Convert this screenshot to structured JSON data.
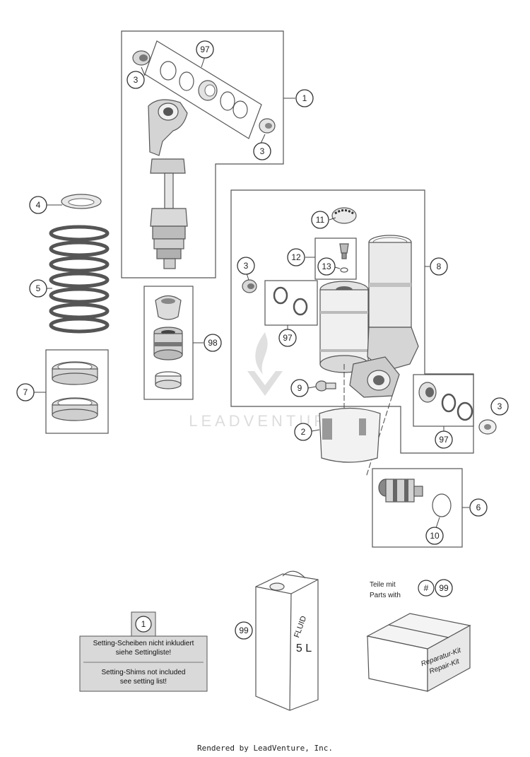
{
  "callouts": {
    "c1_top": "1",
    "c3_a": "3",
    "c3_b": "3",
    "c97_a": "97",
    "c4": "4",
    "c5": "5",
    "c7": "7",
    "c98": "98",
    "c11": "11",
    "c12": "12",
    "c13": "13",
    "c3_c": "3",
    "c97_b": "97",
    "c8": "8",
    "c9": "9",
    "c2": "2",
    "c97_c": "97",
    "c3_d": "3",
    "c6": "6",
    "c10": "10",
    "c1_note": "1",
    "c99_can": "99",
    "c99_kit": "99"
  },
  "note": {
    "de_line1": "Setting-Scheiben nicht inkludiert",
    "de_line2": "siehe Settingliste!",
    "en_line1": "Setting-Shims not included",
    "en_line2": "see setting list!"
  },
  "can": {
    "fluid": "FLUID",
    "volume": "5 L"
  },
  "kit": {
    "teile_mit": "Teile mit",
    "parts_with": "Parts with",
    "hash": "#",
    "box_line1": "Reparatur-Kit",
    "box_line2": "Repair-Kit"
  },
  "watermark": "LEADVENTURE",
  "footer": "Rendered by LeadVenture, Inc."
}
